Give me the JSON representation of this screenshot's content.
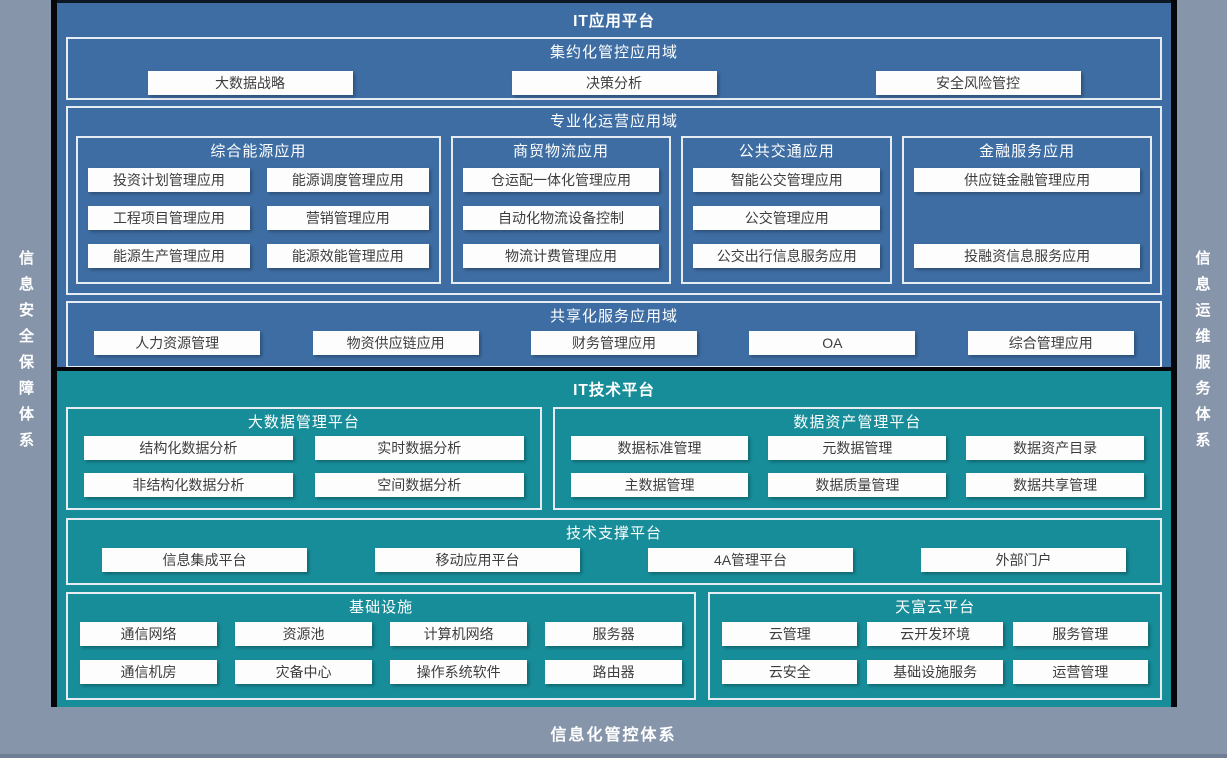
{
  "left_bar": {
    "label": "信息安全保障体系"
  },
  "right_bar": {
    "label": "信息运维服务体系"
  },
  "bottom_bar": {
    "label": "信息化管控体系"
  },
  "colors": {
    "app_panel_blue": "#3e6da3",
    "tech_panel_teal": "#178d99",
    "band_gray": "#8795ab",
    "box_white": "#fdfdfd"
  },
  "app_platform": {
    "title": "IT应用平台",
    "sections": {
      "centralized": {
        "title": "集约化管控应用域",
        "items": [
          "大数据战略",
          "决策分析",
          "安全风险管控"
        ]
      },
      "professional": {
        "title": "专业化运营应用域",
        "groups": [
          {
            "title": "综合能源应用",
            "items": [
              "投资计划管理应用",
              "能源调度管理应用",
              "工程项目管理应用",
              "营销管理应用",
              "能源生产管理应用",
              "能源效能管理应用"
            ]
          },
          {
            "title": "商贸物流应用",
            "items": [
              "仓运配一体化管理应用",
              "自动化物流设备控制",
              "物流计费管理应用"
            ]
          },
          {
            "title": "公共交通应用",
            "items": [
              "智能公交管理应用",
              "公交管理应用",
              "公交出行信息服务应用"
            ]
          },
          {
            "title": "金融服务应用",
            "items": [
              "供应链金融管理应用",
              "",
              "投融资信息服务应用"
            ]
          }
        ]
      },
      "shared": {
        "title": "共享化服务应用域",
        "items": [
          "人力资源管理",
          "物资供应链应用",
          "财务管理应用",
          "OA",
          "综合管理应用"
        ]
      }
    }
  },
  "tech_platform": {
    "title": "IT技术平台",
    "groups": {
      "bigdata": {
        "title": "大数据管理平台",
        "items": [
          "结构化数据分析",
          "实时数据分析",
          "非结构化数据分析",
          "空间数据分析"
        ]
      },
      "data_asset": {
        "title": "数据资产管理平台",
        "items": [
          "数据标准管理",
          "元数据管理",
          "数据资产目录",
          "主数据管理",
          "数据质量管理",
          "数据共享管理"
        ]
      },
      "tech_support": {
        "title": "技术支撑平台",
        "items": [
          "信息集成平台",
          "移动应用平台",
          "4A管理平台",
          "外部门户"
        ]
      },
      "infrastructure": {
        "title": "基础设施",
        "items": [
          "通信网络",
          "资源池",
          "计算机网络",
          "服务器",
          "通信机房",
          "灾备中心",
          "操作系统软件",
          "路由器"
        ]
      },
      "cloud": {
        "title": "天富云平台",
        "items": [
          "云管理",
          "云开发环境",
          "服务管理",
          "云安全",
          "基础设施服务",
          "运营管理"
        ]
      }
    }
  }
}
